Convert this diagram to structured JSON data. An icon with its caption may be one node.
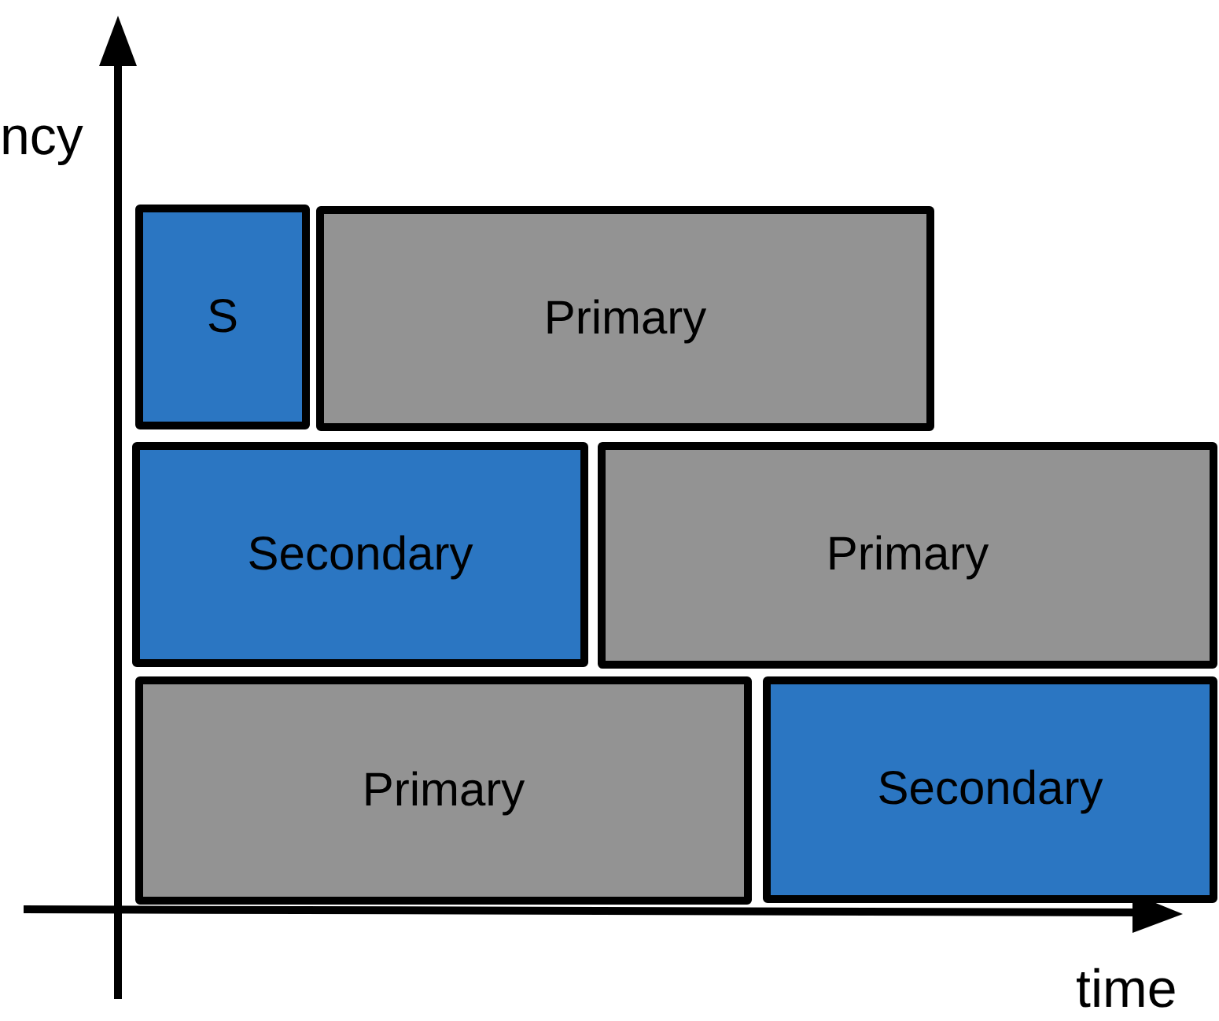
{
  "diagram": {
    "nodes": [
      {
        "text": [
          "S"
        ]
      },
      {
        "text": [
          "Primary"
        ]
      },
      {
        "text": [
          "Secondary"
        ]
      },
      {
        "text": [
          "Primary"
        ]
      },
      {
        "text": [
          "Primary"
        ]
      },
      {
        "text": [
          "Secondary"
        ]
      }
    ],
    "labels": [
      "ncy",
      "time"
    ]
  }
}
